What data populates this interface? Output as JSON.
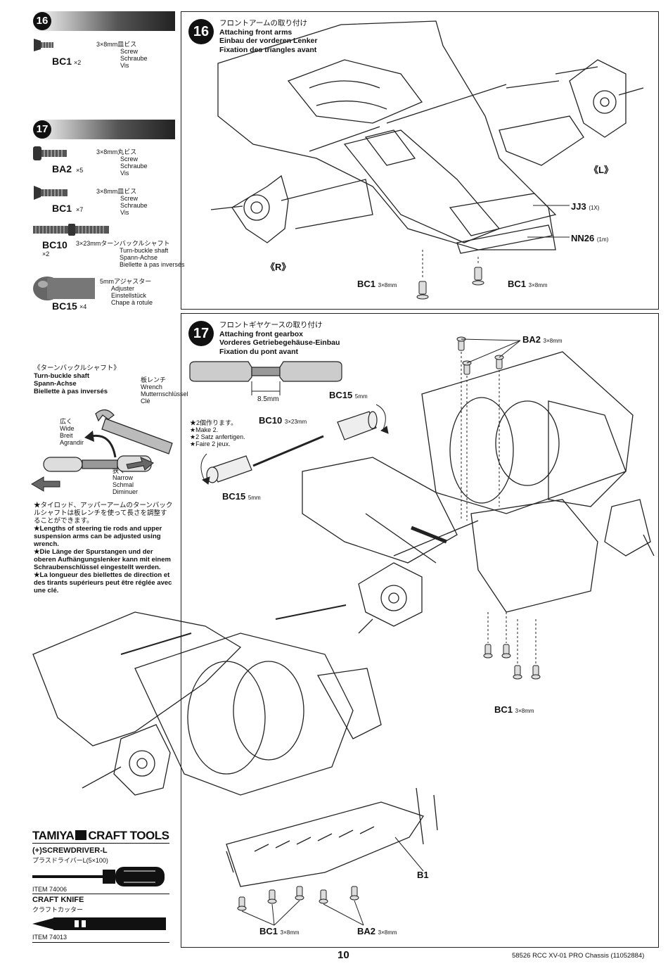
{
  "left": {
    "step16": {
      "number": "16",
      "parts": [
        {
          "id": "BC1",
          "mult": "×2",
          "jp": "3×8mm皿ビス",
          "en": "Screw",
          "de": "Schraube",
          "fr": "Vis"
        }
      ]
    },
    "step17": {
      "number": "17",
      "parts": [
        {
          "id": "BA2",
          "mult": "×5",
          "jp": "3×8mm丸ビス",
          "en": "Screw",
          "de": "Schraube",
          "fr": "Vis"
        },
        {
          "id": "BC1",
          "mult": "×7",
          "jp": "3×8mm皿ビス",
          "en": "Screw",
          "de": "Schraube",
          "fr": "Vis"
        },
        {
          "id": "BC10",
          "mult": "×2",
          "jp": "3×23mmターンバックルシャフト",
          "en": "Turn-buckle shaft",
          "de": "Spann-Achse",
          "fr": "Biellette à pas inversés"
        },
        {
          "id": "BC15",
          "mult": "×4",
          "jp": "5mmアジャスター",
          "en": "Adjuster",
          "de": "Einstellstück",
          "fr": "Chape à rotule"
        }
      ]
    },
    "turnbuckle": {
      "jp": "《ターンバックルシャフト》",
      "en": "Turn-buckle shaft",
      "de": "Spann-Achse",
      "fr": "Biellette à pas inversés",
      "wrench": {
        "jp": "板レンチ",
        "en": "Wrench",
        "de": "Mutternschlüssel",
        "fr": "Clé"
      },
      "wide": {
        "jp": "広く",
        "en": "Wide",
        "de": "Breit",
        "fr": "Agrandir"
      },
      "narrow": {
        "jp": "狭く",
        "en": "Narrow",
        "de": "Schmal",
        "fr": "Diminuer"
      },
      "notes": [
        "★タイロッド、アッパーアームのターンバックルシャフトは板レンチを使って長さを調整することができます。",
        "★Lengths of steering tie rods and upper suspension arms can be adjusted using wrench.",
        "★Die Länge der Spurstangen und der oberen Aufhängungslenker kann mit einem Schraubenschlüssel eingestellt werden.",
        "★La longueur des biellettes de direction et des tirants supérieurs peut être réglée avec une clé."
      ]
    },
    "tools": {
      "brand": "TAMIYA",
      "heading": "CRAFT TOOLS",
      "items": [
        {
          "name": "(+)SCREWDRIVER-L",
          "jp": "プラスドライバーL(5×100)",
          "item": "ITEM 74006"
        },
        {
          "name": "CRAFT KNIFE",
          "jp": "クラフトカッター",
          "item": "ITEM 74013"
        }
      ]
    }
  },
  "panel16": {
    "number": "16",
    "title_jp": "フロントアームの取り付け",
    "title_en": "Attaching front arms",
    "title_de": "Einbau der vorderen Lenker",
    "title_fr": "Fixation des triangles avant",
    "labels": {
      "left_side": "《L》",
      "right_side": "《R》",
      "jj3": "JJ3",
      "jj3_qty": "(1X)",
      "nn26": "NN26",
      "nn26_qty": "(1m)",
      "bc1_a": "BC1",
      "bc1_a_size": "3×8mm",
      "bc1_b": "BC1",
      "bc1_b_size": "3×8mm"
    }
  },
  "panel17": {
    "number": "17",
    "title_jp": "フロントギヤケースの取り付け",
    "title_en": "Attaching front gearbox",
    "title_de": "Vorderes Getriebegehäuse-Einbau",
    "title_fr": "Fixation du pont avant",
    "dimension": "8.5mm",
    "make2": [
      "★2個作ります。",
      "★Make 2.",
      "★2 Satz anfertigen.",
      "★Faire 2 jeux."
    ],
    "labels": {
      "bc15_top": "BC15",
      "bc15_top_size": "5mm",
      "bc10": "BC10",
      "bc10_size": "3×23mm",
      "bc15_bottom": "BC15",
      "bc15_bottom_size": "5mm",
      "ba2_top": "BA2",
      "ba2_top_size": "3×8mm",
      "bc1_right": "BC1",
      "bc1_right_size": "3×8mm",
      "b1": "B1",
      "bc1_bottom": "BC1",
      "bc1_bottom_size": "3×8mm",
      "ba2_bottom": "BA2",
      "ba2_bottom_size": "3×8mm"
    }
  },
  "footer": {
    "page": "10",
    "code": "58526",
    "title": "RCC XV-01 PRO Chassis (11052884)"
  }
}
